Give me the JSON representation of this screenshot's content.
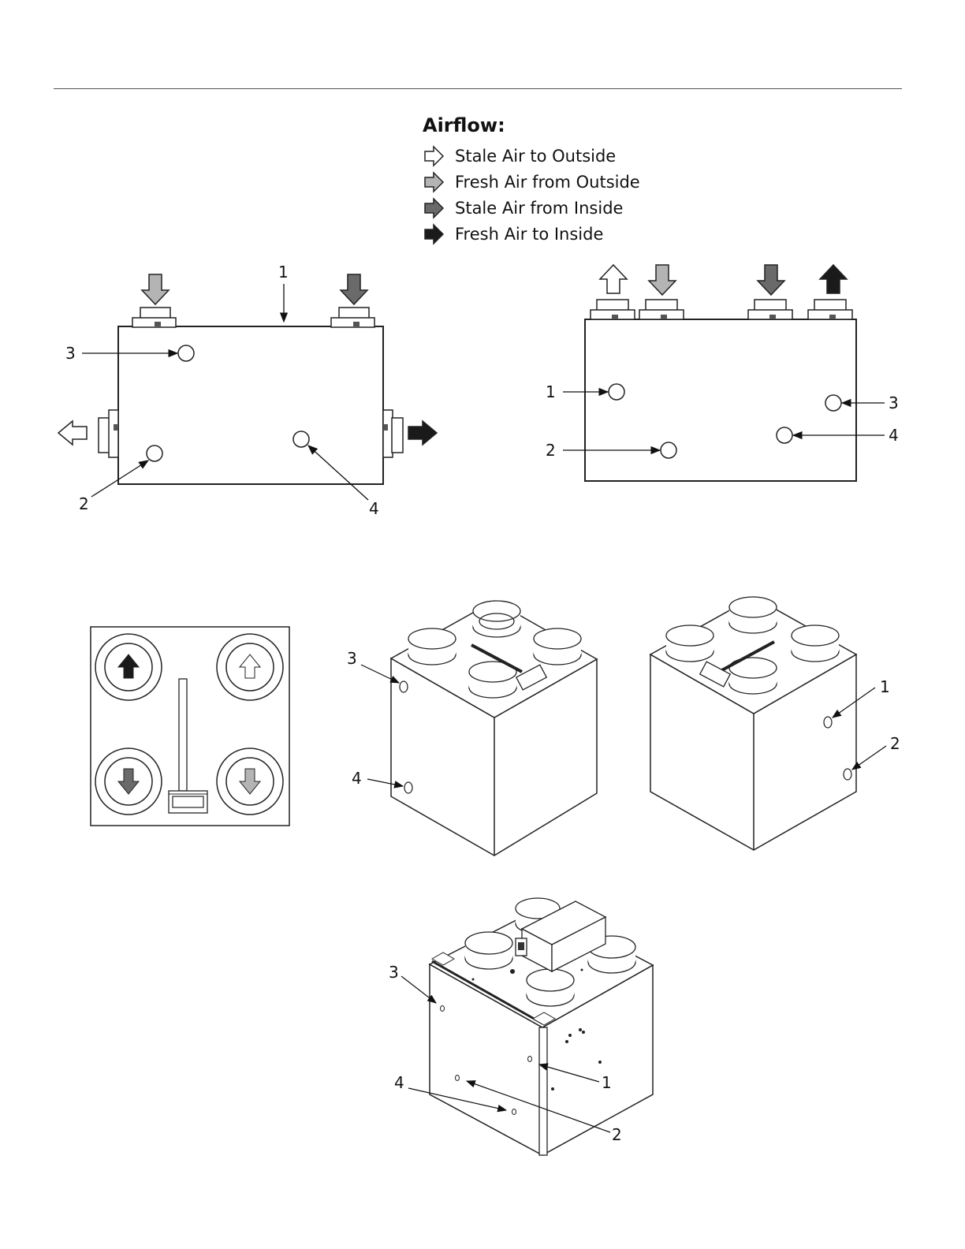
{
  "legend": {
    "title": "Airflow:",
    "items": [
      {
        "label": "Stale Air to Outside",
        "color": "#ffffff"
      },
      {
        "label": "Fresh Air from Outside",
        "color": "#b4b4b4"
      },
      {
        "label": "Stale Air from Inside",
        "color": "#6a6a6a"
      },
      {
        "label": "Fresh Air to Inside",
        "color": "#1a1a1a"
      }
    ]
  },
  "diagram_a": {
    "labels": [
      "1",
      "2",
      "3",
      "4"
    ]
  },
  "diagram_b": {
    "labels": [
      "1",
      "2",
      "3",
      "4"
    ]
  },
  "diagram_d": {
    "labels": [
      "3",
      "4"
    ]
  },
  "diagram_e": {
    "labels": [
      "1",
      "2"
    ]
  },
  "diagram_f": {
    "labels": [
      "3",
      "4",
      "1",
      "2"
    ]
  }
}
